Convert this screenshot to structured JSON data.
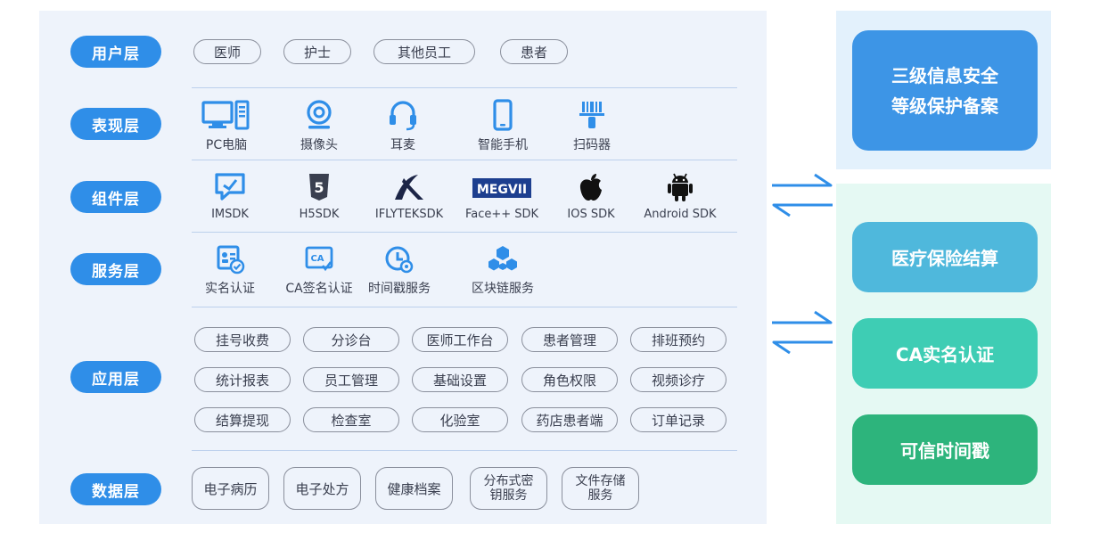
{
  "layers": {
    "user": "用户层",
    "presentation": "表现层",
    "component": "组件层",
    "service": "服务层",
    "application": "应用层",
    "data": "数据层"
  },
  "users": [
    "医师",
    "护士",
    "其他员工",
    "患者"
  ],
  "devices": [
    {
      "label": "PC电脑",
      "icon": "desktop-pc-icon"
    },
    {
      "label": "摄像头",
      "icon": "webcam-icon"
    },
    {
      "label": "耳麦",
      "icon": "headset-icon"
    },
    {
      "label": "智能手机",
      "icon": "smartphone-icon"
    },
    {
      "label": "扫码器",
      "icon": "barcode-scanner-icon"
    }
  ],
  "components": [
    {
      "label": "IMSDK",
      "icon": "chat-icon"
    },
    {
      "label": "H5SDK",
      "icon": "html5-icon"
    },
    {
      "label": "IFLYTEKSDK",
      "icon": "iflytek-logo-icon"
    },
    {
      "label": "Face++ SDK",
      "icon": "megvii-logo-icon",
      "logo_text": "MEGVII"
    },
    {
      "label": "IOS SDK",
      "icon": "apple-icon"
    },
    {
      "label": "Android SDK",
      "icon": "android-icon"
    }
  ],
  "services": [
    {
      "label": "实名认证",
      "icon": "id-card-check-icon"
    },
    {
      "label": "CA签名认证",
      "icon": "ca-certificate-icon",
      "badge": "CA"
    },
    {
      "label": "时间戳服务",
      "icon": "clock-icon"
    },
    {
      "label": "区块链服务",
      "icon": "blockchain-icon"
    }
  ],
  "applications": [
    [
      "挂号收费",
      "分诊台",
      "医师工作台",
      "患者管理",
      "排班预约"
    ],
    [
      "统计报表",
      "员工管理",
      "基础设置",
      "角色权限",
      "视频诊疗"
    ],
    [
      "结算提现",
      "检查室",
      "化验室",
      "药店患者端",
      "订单记录"
    ]
  ],
  "data_items": {
    "emr": "电子病历",
    "eprescription": "电子处方",
    "health_records": "健康档案",
    "kms_line1": "分布式密",
    "kms_line2": "钥服务",
    "storage_line1": "文件存储",
    "storage_line2": "服务"
  },
  "right": {
    "security_line1": "三级信息安全",
    "security_line2": "等级保护备案",
    "insurance": "医疗保险结算",
    "ca_auth": "CA实名认证",
    "timestamp": "可信时间戳"
  },
  "colors": {
    "layer_label": "#2f8ee8",
    "panel": "#eef3fb",
    "security": "#3d95e6",
    "insurance": "#4fb8dc",
    "ca_auth": "#3ecdb4",
    "timestamp": "#2db47c",
    "arrow": "#2f8ee8"
  }
}
